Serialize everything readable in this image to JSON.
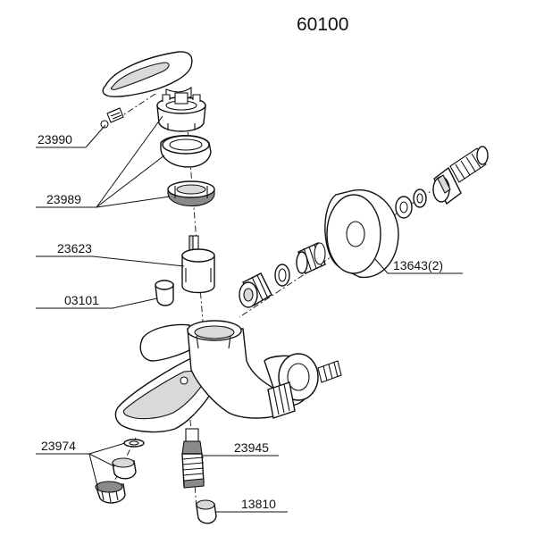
{
  "title": "60100",
  "parts": [
    {
      "id": "lever-screw",
      "label": "23990"
    },
    {
      "id": "cap-assembly",
      "label": "23989"
    },
    {
      "id": "cartridge",
      "label": "23623"
    },
    {
      "id": "cap",
      "label": "03101"
    },
    {
      "id": "wall-flange",
      "label": "13643(2)"
    },
    {
      "id": "aerator",
      "label": "23974"
    },
    {
      "id": "diverter",
      "label": "23945"
    },
    {
      "id": "diverter-knob",
      "label": "13810"
    }
  ]
}
